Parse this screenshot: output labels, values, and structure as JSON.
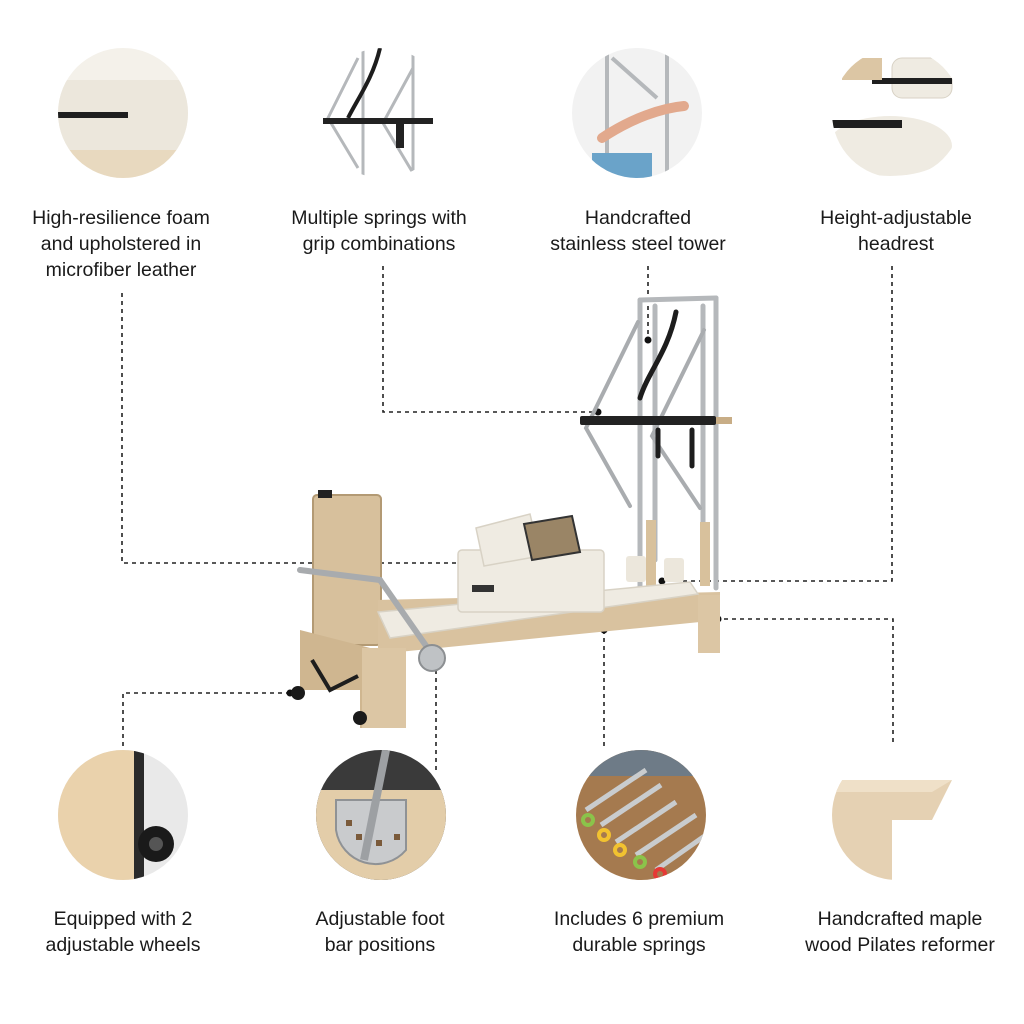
{
  "features": [
    {
      "id": "foam",
      "lines": [
        "High-resilience foam",
        "and upholstered in",
        "microfiber leather"
      ],
      "icon": "upholstery-closeup-icon"
    },
    {
      "id": "springs-grip",
      "lines": [
        "Multiple springs with",
        "grip combinations"
      ],
      "icon": "tower-springs-closeup-icon"
    },
    {
      "id": "tower",
      "lines": [
        "Handcrafted",
        "stainless steel tower"
      ],
      "icon": "tower-exercise-closeup-icon"
    },
    {
      "id": "headrest",
      "lines": [
        "Height-adjustable",
        "headrest"
      ],
      "icon": "headrest-closeup-icon"
    },
    {
      "id": "wheels",
      "lines": [
        "Equipped with 2",
        "adjustable wheels"
      ],
      "icon": "wheel-closeup-icon"
    },
    {
      "id": "footbar",
      "lines": [
        "Adjustable foot",
        "bar positions"
      ],
      "icon": "footbar-bracket-closeup-icon"
    },
    {
      "id": "springs",
      "lines": [
        "Includes 6 premium",
        "durable springs"
      ],
      "icon": "springs-closeup-icon"
    },
    {
      "id": "maple",
      "lines": [
        "Handcrafted maple",
        "wood Pilates reformer"
      ],
      "icon": "maple-wood-closeup-icon"
    }
  ],
  "colors": {
    "wood": "#dcc6a4",
    "wood_dark": "#c8ad86",
    "cream": "#efebe2",
    "steel": "#b9bcbf",
    "strap": "#1d1d1d",
    "line": "#222222"
  }
}
